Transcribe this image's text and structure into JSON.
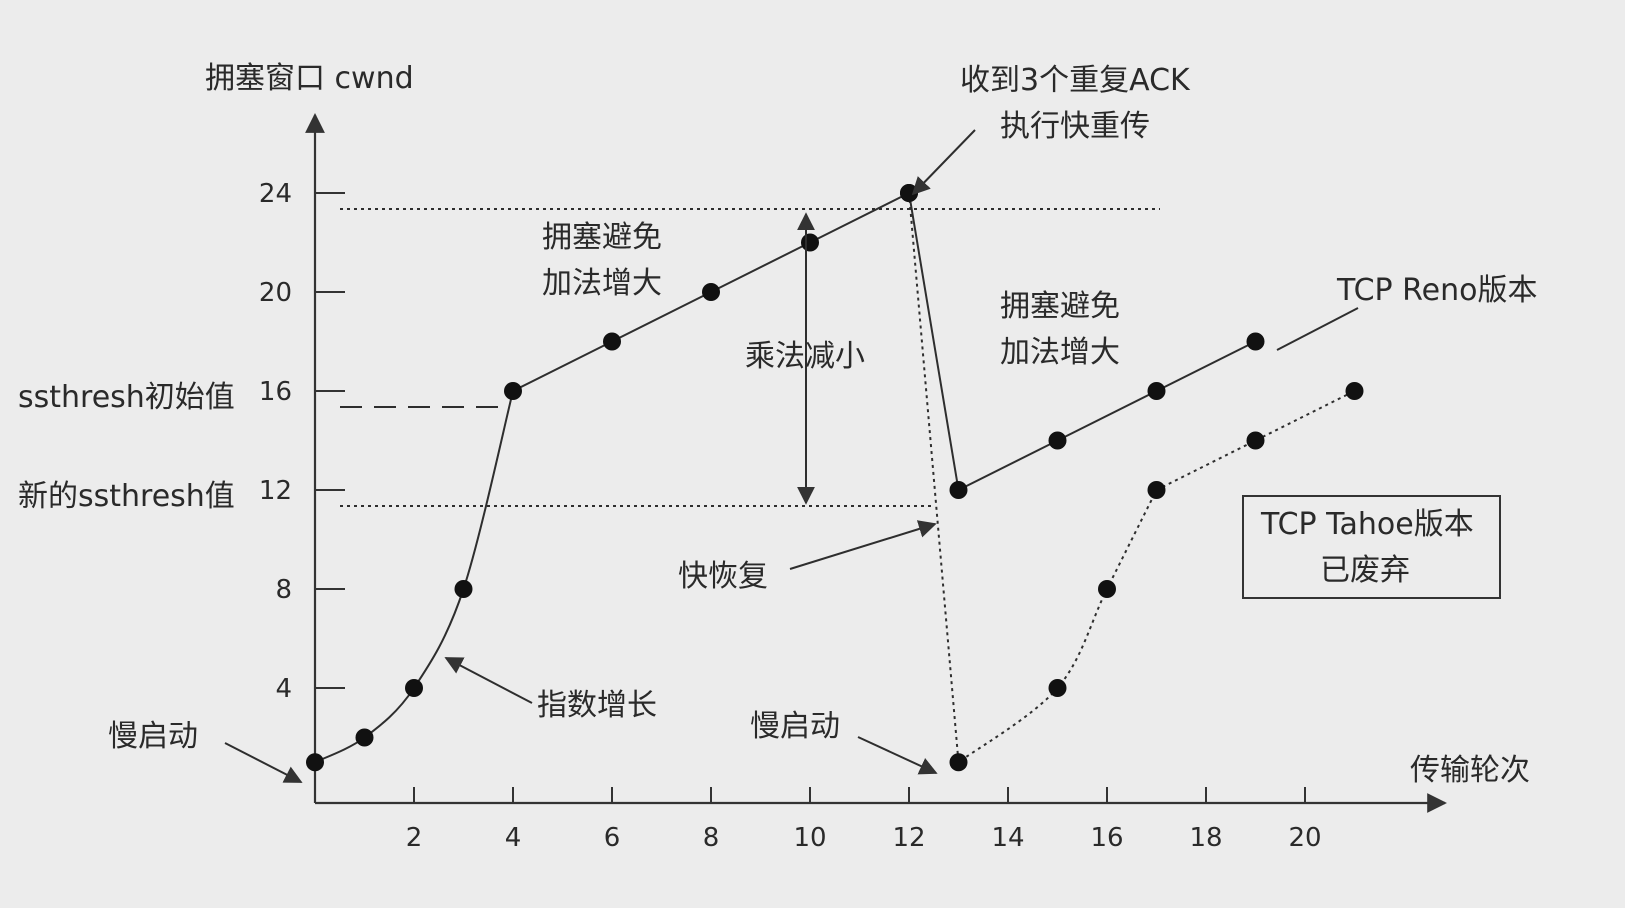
{
  "axes": {
    "y_label": "拥塞窗口 cwnd",
    "x_label": "传输轮次",
    "x_ticks": [
      "2",
      "4",
      "6",
      "8",
      "10",
      "12",
      "14",
      "16",
      "18",
      "20"
    ],
    "y_ticks": [
      "4",
      "8",
      "12",
      "16",
      "20",
      "24"
    ]
  },
  "labels": {
    "ssthresh_initial": "ssthresh初始值",
    "ssthresh_new": "新的ssthresh值",
    "slow_start_1": "慢启动",
    "slow_start_2": "慢启动",
    "exp_growth": "指数增长",
    "ca1_line1": "拥塞避免",
    "ca1_line2": "加法增大",
    "ca2_line1": "拥塞避免",
    "ca2_line2": "加法增大",
    "mult_decrease": "乘法减小",
    "dup_ack_line1": "收到3个重复ACK",
    "dup_ack_line2": "执行快重传",
    "fast_recovery": "快恢复",
    "reno": "TCP Reno版本",
    "tahoe_line1": "TCP Tahoe版本",
    "tahoe_line2": "已废弃"
  },
  "chart_data": {
    "type": "line",
    "xlim": [
      0,
      22
    ],
    "ylim": [
      0,
      27
    ],
    "series": [
      {
        "name": "TCP Reno版本",
        "style": "solid",
        "x": [
          0,
          1,
          2,
          3,
          4,
          6,
          8,
          10,
          12,
          13,
          15,
          17,
          19
        ],
        "y": [
          1,
          2,
          4,
          8,
          16,
          18,
          20,
          22,
          24,
          12,
          14,
          16,
          18
        ]
      },
      {
        "name": "TCP Tahoe版本",
        "style": "dotted",
        "x": [
          12,
          13,
          15,
          16,
          17,
          19,
          21
        ],
        "y": [
          24,
          1,
          4,
          8,
          12,
          14,
          16
        ]
      }
    ]
  }
}
